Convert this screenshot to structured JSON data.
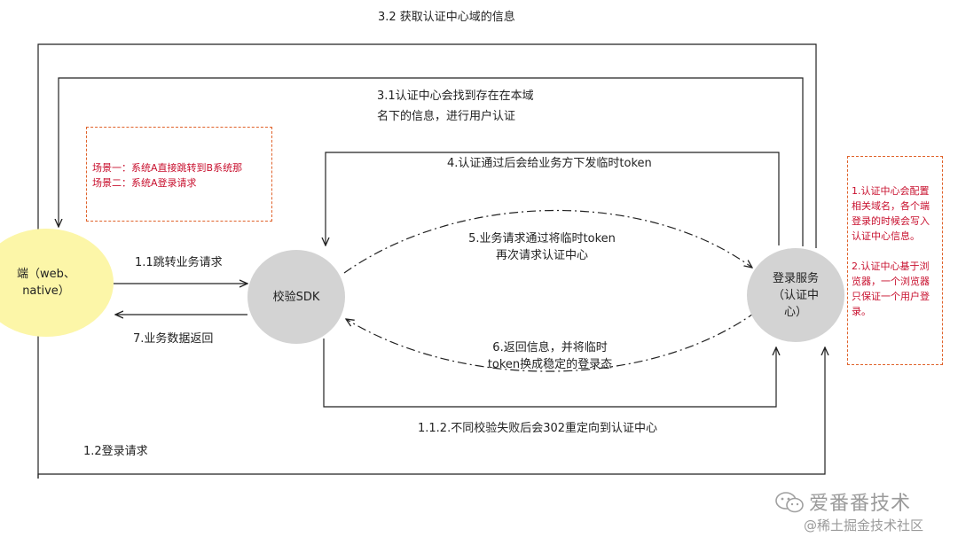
{
  "title": "3.2 获取认证中心域的信息",
  "edges": {
    "e31_line1": "3.1认证中心会找到存在在本域",
    "e31_line2": "名下的信息，进行用户认证",
    "e4": "4.认证通过后会给业务方下发临时token",
    "e5_line1": "5.业务请求通过将临时token",
    "e5_line2": "再次请求认证中心",
    "e6_line1": "6.返回信息，并将临时",
    "e6_line2": "token换成稳定的登录态",
    "e11": "1.1跳转业务请求",
    "e7": "7.业务数据返回",
    "e112": "1.1.2.不同校验失败后会302重定向到认证中心",
    "e12": "1.2登录请求"
  },
  "nodes": {
    "client_line1": "端（web、",
    "client_line2": "native）",
    "sdk": "校验SDK",
    "login_line1": "登录服务",
    "login_line2": "（认证中",
    "login_line3": "心）"
  },
  "notes": {
    "scenario1": "场景一：系统A直接跳转到B系统那",
    "scenario2": "场景二：系统A登录请求",
    "right_line1": "1.认证中心会配置",
    "right_line2": "相关域名，各个端",
    "right_line3": "登录的时候会写入",
    "right_line4": "认证中心信息。",
    "right_line5": "2.认证中心基于浏",
    "right_line6": "览器，一个浏览器",
    "right_line7": "只保证一个用户登",
    "right_line8": "录。"
  },
  "watermark": {
    "brand": "爱番番技术",
    "source": "@稀土掘金技术社区"
  },
  "colors": {
    "client_fill": "#fcf6a8",
    "node_fill": "#d3d3d3",
    "line": "#222222",
    "note_text": "#c8102e",
    "note_border": "#e0622a"
  }
}
